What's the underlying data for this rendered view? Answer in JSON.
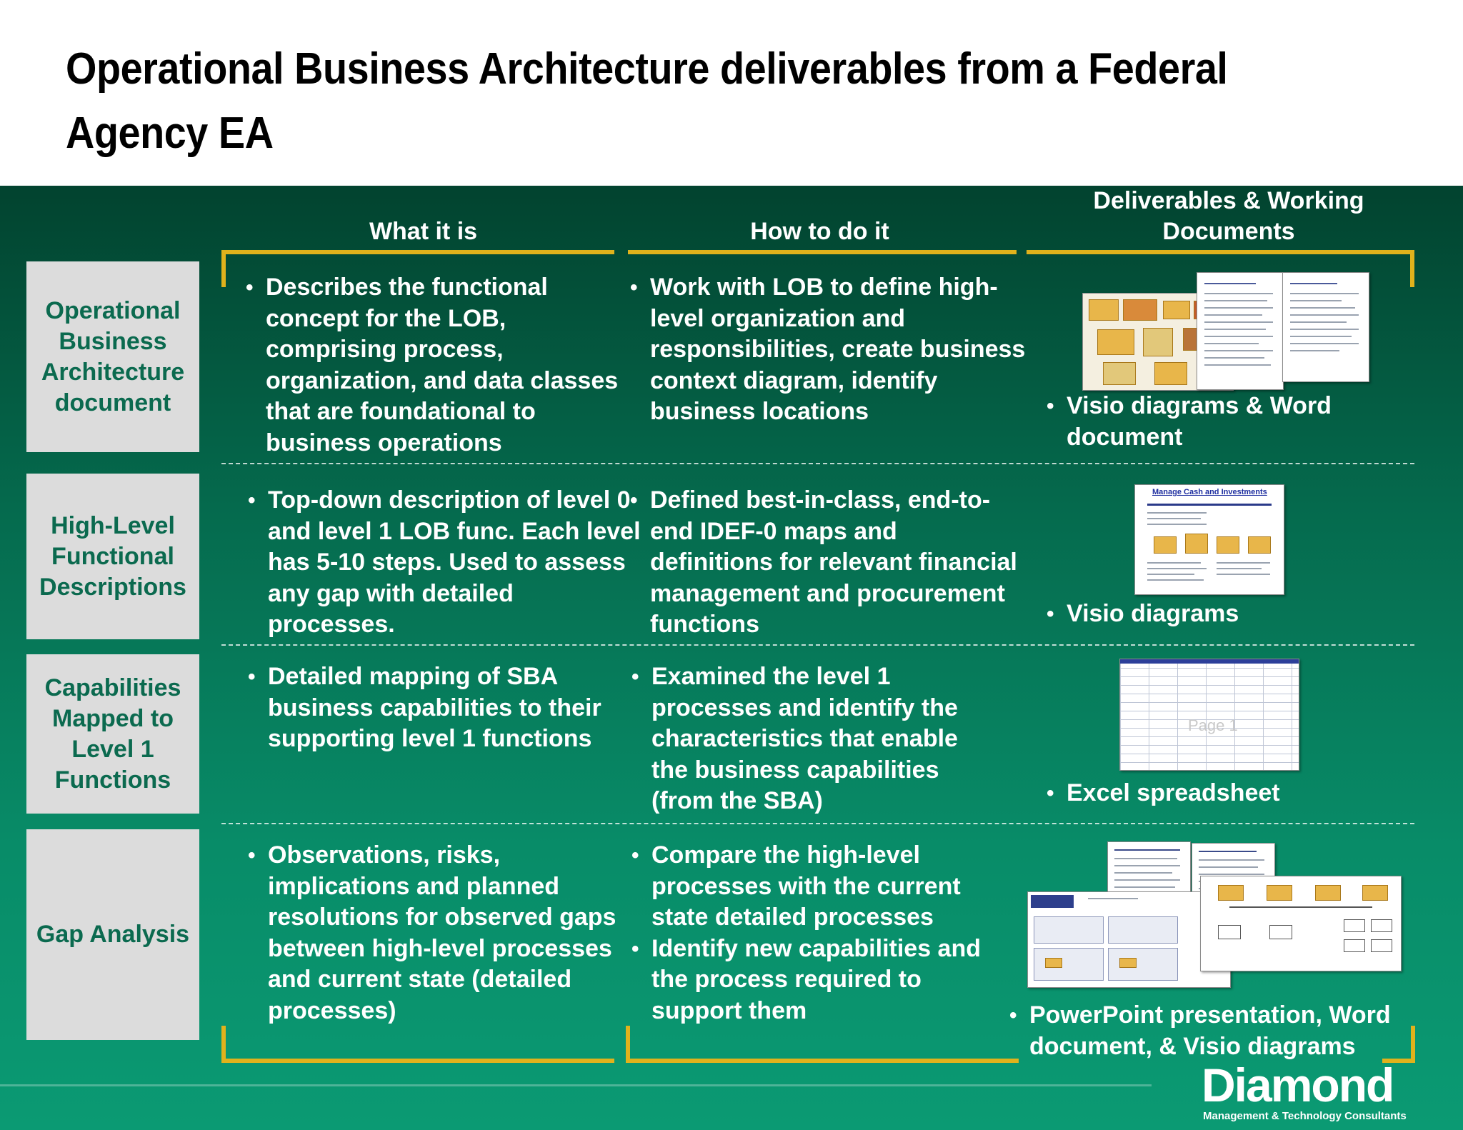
{
  "title": "Operational Business Architecture deliverables from a Federal Agency EA",
  "columns": {
    "what": "What it is",
    "how": "How to do it",
    "deliverables": "Deliverables & Working Documents"
  },
  "rows": [
    {
      "label": "Operational Business Architecture document",
      "what": [
        "Describes the functional concept for the LOB, comprising process, organization, and data classes that are foundational to business operations"
      ],
      "how": [
        "Work with LOB to define high-level organization and responsibilities, create business context diagram, identify business locations"
      ],
      "deliverable": "Visio diagrams & Word document"
    },
    {
      "label": "High-Level Functional Descriptions",
      "what": [
        "Top-down description of level 0 and level 1 LOB func. Each level has 5-10 steps. Used to assess any gap with detailed processes."
      ],
      "how": [
        "Defined best-in-class, end-to-end IDEF-0 maps and definitions for relevant financial management and procurement  functions"
      ],
      "deliverable": "Visio diagrams",
      "thumb_title": "Manage Cash and Investments"
    },
    {
      "label": "Capabilities Mapped to Level 1 Functions",
      "what": [
        "Detailed mapping of SBA business capabilities to their supporting level 1 functions"
      ],
      "how": [
        "Examined the level 1 processes and identify the characteristics that enable the business capabilities (from the SBA)"
      ],
      "deliverable": "Excel spreadsheet",
      "thumb_watermark": "Page 1"
    },
    {
      "label": "Gap Analysis",
      "what": [
        "Observations, risks, implications and planned resolutions for observed gaps between high-level processes and current state (detailed processes)"
      ],
      "how": [
        "Compare the high-level processes with the current state detailed processes",
        "Identify new capabilities and the process required to support them"
      ],
      "deliverable": "PowerPoint presentation, Word document, & Visio diagrams"
    }
  ],
  "logo": {
    "name": "Diamond",
    "tagline": "Management & Technology Consultants"
  },
  "colors": {
    "panel_top": "#02432f",
    "panel_bottom": "#0b9a73",
    "bracket": "#e0b21c",
    "label_bg": "#dcdcdc",
    "label_text": "#0b6a4f"
  }
}
